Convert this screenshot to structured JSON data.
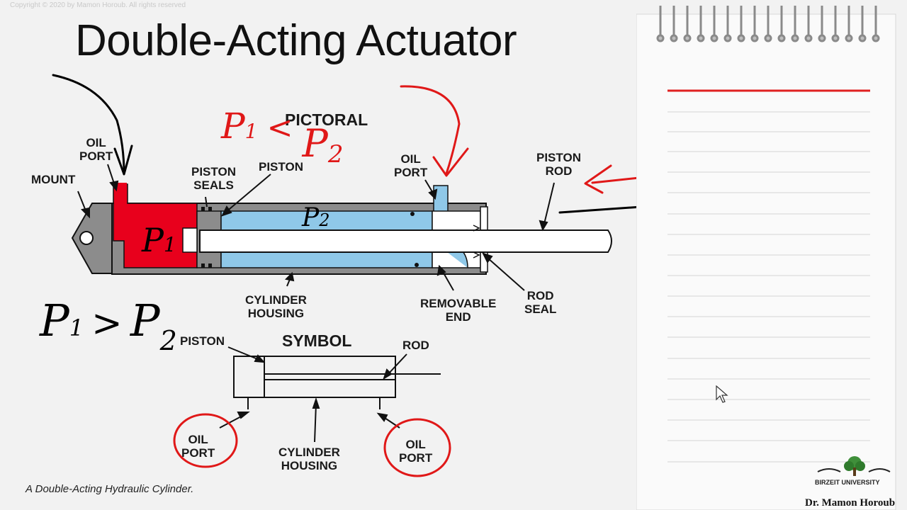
{
  "copyright": "Copyright © 2020 by Mamon Horoub. All rights reserved",
  "title": "Double-Acting Actuator",
  "pictoral": {
    "heading": "PICTORAL",
    "labels": {
      "oil_port_left": [
        "OIL",
        "PORT"
      ],
      "mount": "MOUNT",
      "piston_seals": [
        "PISTON",
        "SEALS"
      ],
      "piston": "PISTON",
      "oil_port_right": [
        "OIL",
        "PORT"
      ],
      "piston_rod": [
        "PISTON",
        "ROD"
      ],
      "cylinder_housing": [
        "CYLINDER",
        "HOUSING"
      ],
      "removable_end": [
        "REMOVABLE",
        "END"
      ],
      "rod_seal": [
        "ROD",
        "SEAL"
      ]
    }
  },
  "symbol": {
    "heading": "SYMBOL",
    "labels": {
      "piston": "PISTON",
      "rod": "ROD",
      "oil_port_left": [
        "OIL",
        "PORT"
      ],
      "cylinder_housing": [
        "CYLINDER",
        "HOUSING"
      ],
      "oil_port_right": [
        "OIL",
        "PORT"
      ]
    }
  },
  "annotations": {
    "p1_lt_p2": {
      "p1": "P",
      "p1_sub": "1",
      "op": "<",
      "p2": "P",
      "p2_sub": "2"
    },
    "p1_gt_p2": {
      "p1": "P",
      "p1_sub": "1",
      "op": ">",
      "p2": "P",
      "p2_sub": "2"
    },
    "p1_chamber": {
      "p": "P",
      "sub": "1"
    },
    "p2_chamber": {
      "p": "P",
      "sub": "2"
    }
  },
  "caption": "A Double-Acting Hydraulic Cylinder.",
  "logo_text": "BIRZEIT UNIVERSITY",
  "author": "Dr. Mamon Horoub",
  "colors": {
    "oil_red": "#e8001c",
    "oil_blue": "#8fc8e8",
    "housing_gray": "#8c8c8c",
    "ink_red": "#e01818",
    "ink_black": "#000000",
    "notepad_rule": "#e02020"
  }
}
